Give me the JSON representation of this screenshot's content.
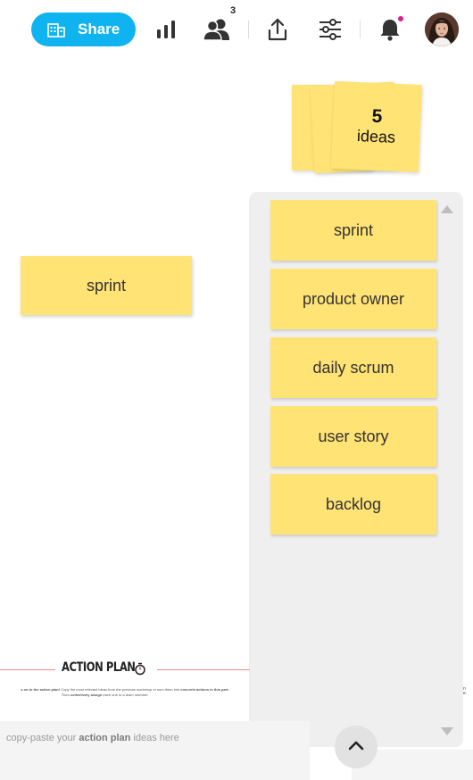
{
  "toolbar": {
    "share_label": "Share",
    "share_icon": "building-grid-icon",
    "stats_icon": "bar-chart-icon",
    "users_icon": "users-icon",
    "users_count": "3",
    "export_icon": "upload-icon",
    "settings_icon": "sliders-icon",
    "notifications_icon": "bell-icon",
    "accent_color": "#0fb3ef",
    "notification_dot_color": "#e01a8a"
  },
  "ideas_stack": {
    "count": "5",
    "label": "ideas"
  },
  "canvas": {
    "sticky_text": "sprint",
    "sticky_color": "#ffe375"
  },
  "ideas_panel": {
    "items": [
      {
        "label": "sprint"
      },
      {
        "label": "product owner"
      },
      {
        "label": "daily scrum"
      },
      {
        "label": "user story"
      },
      {
        "label": "backlog"
      }
    ]
  },
  "action_plan": {
    "title": "ACTION PLAN",
    "desc_line1_a": "s on to the ",
    "desc_line1_b": "action plan!",
    "desc_line1_c": " Copy the most relevant ideas from the previous workshop or sum them into ",
    "desc_line1_d": "concrete actions in this part.",
    "desc_line2_a": "Then ",
    "desc_line2_b": "collectively assign",
    "desc_line2_c": " each one to a team member.",
    "desc_cut_1": "n",
    "desc_cut_2": "e.",
    "paste_a": "copy-paste your ",
    "paste_b": "action plan",
    "paste_c": " ideas here"
  }
}
